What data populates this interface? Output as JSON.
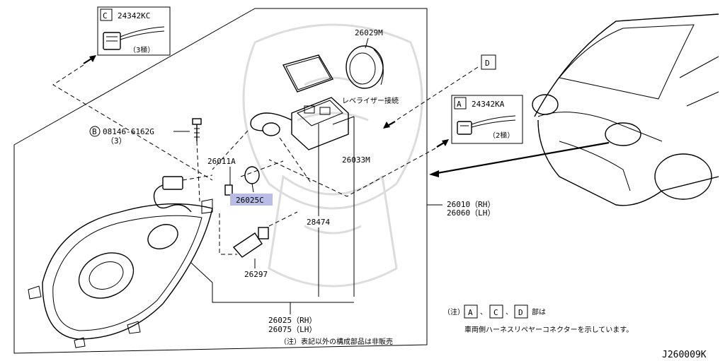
{
  "callout_c": {
    "letter": "C",
    "part": "24342KC",
    "poles": "（3極）"
  },
  "callout_a": {
    "letter": "A",
    "part": "24342KA",
    "poles": "（2極）"
  },
  "callout_d": {
    "letter": "D"
  },
  "parts": {
    "p26029m": "26029M",
    "leveliser": "レベライザー接続",
    "bolt": "08146-6162G",
    "bolt_marker": "B",
    "bolt_qty": "（3）",
    "p26011a": "26011A",
    "p26025c": "26025C",
    "p26033m": "26033M",
    "p28474": "28474",
    "p26297": "26297",
    "p26010": "26010（RH）",
    "p26060": "26060（LH）",
    "p26025": "26025（RH）",
    "p26075": "26075（LH）"
  },
  "notes": {
    "footer": "（注）表記以外の構成部品は非販売",
    "note_prefix": "（注）",
    "note_letters": [
      "A",
      "C",
      "D"
    ],
    "note_sep": "、",
    "note_bu": "部は",
    "note_line2": "車両側ハーネスリペヤーコネクターを示しています。"
  },
  "diagram_code": "J260009K",
  "colors": {
    "highlight": "#b9bde6"
  }
}
